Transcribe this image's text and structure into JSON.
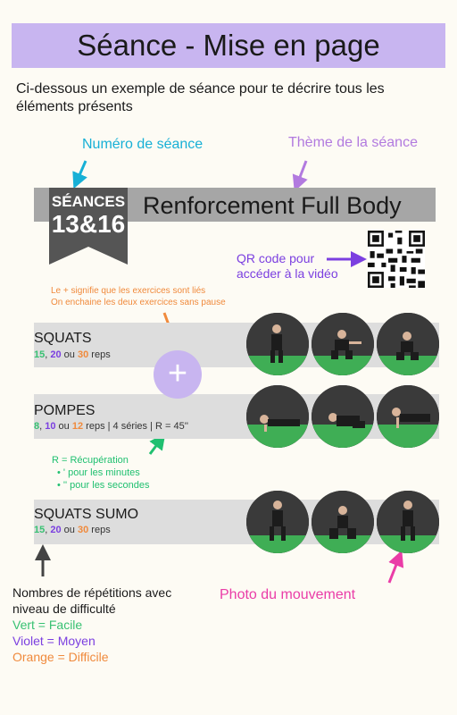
{
  "title": "Séance - Mise en page",
  "intro": "Ci-dessous un exemple de séance pour te décrire tous les éléments présents",
  "labels": {
    "numero": "Numéro de séance",
    "theme": "Thème de la séance",
    "qr_line1": "QR code pour",
    "qr_line2": "accéder à la vidéo",
    "plus_line1": "Le + signifie que les exercices sont liés",
    "plus_line2": "On enchaine les deux exercices sans pause",
    "photo": "Photo du mouvement"
  },
  "badge": {
    "line1": "SÉANCES",
    "line2": "13&16"
  },
  "session_title": "Renforcement Full Body",
  "exercises": [
    {
      "name": "SQUATS",
      "reps": [
        "15",
        "20",
        "30"
      ],
      "sep1": ", ",
      "sep2": " ou ",
      "suffix": " reps"
    },
    {
      "name": "POMPES",
      "reps": [
        "8",
        "10",
        "12"
      ],
      "sep1": ", ",
      "sep2": " ou ",
      "suffix": " reps | 4 séries | R = 45''"
    },
    {
      "name": "SQUATS SUMO",
      "reps": [
        "15",
        "20",
        "30"
      ],
      "sep1": ", ",
      "sep2": " ou ",
      "suffix": " reps"
    }
  ],
  "plus_symbol": "+",
  "recup": {
    "line1": "R = Récupération",
    "line2": "' pour les minutes",
    "line3": "'' pour les secondes"
  },
  "legend": {
    "line1": "Nombres de répétitions avec",
    "line2": "niveau de difficulté",
    "green": "Vert = Facile",
    "violet": "Violet = Moyen",
    "orange": "Orange = Difficile"
  },
  "colors": {
    "title_band": "#c8b5f0",
    "header_bar": "#a6a6a6",
    "badge": "#555555",
    "cyan": "#17b0d6",
    "purple": "#7b3fe0",
    "orange": "#f08a3c",
    "green": "#38c172",
    "pink": "#ea3ca7"
  },
  "icons": [
    "arrow-down-icon",
    "qr-code-icon",
    "plus-icon",
    "bullet-icon"
  ]
}
